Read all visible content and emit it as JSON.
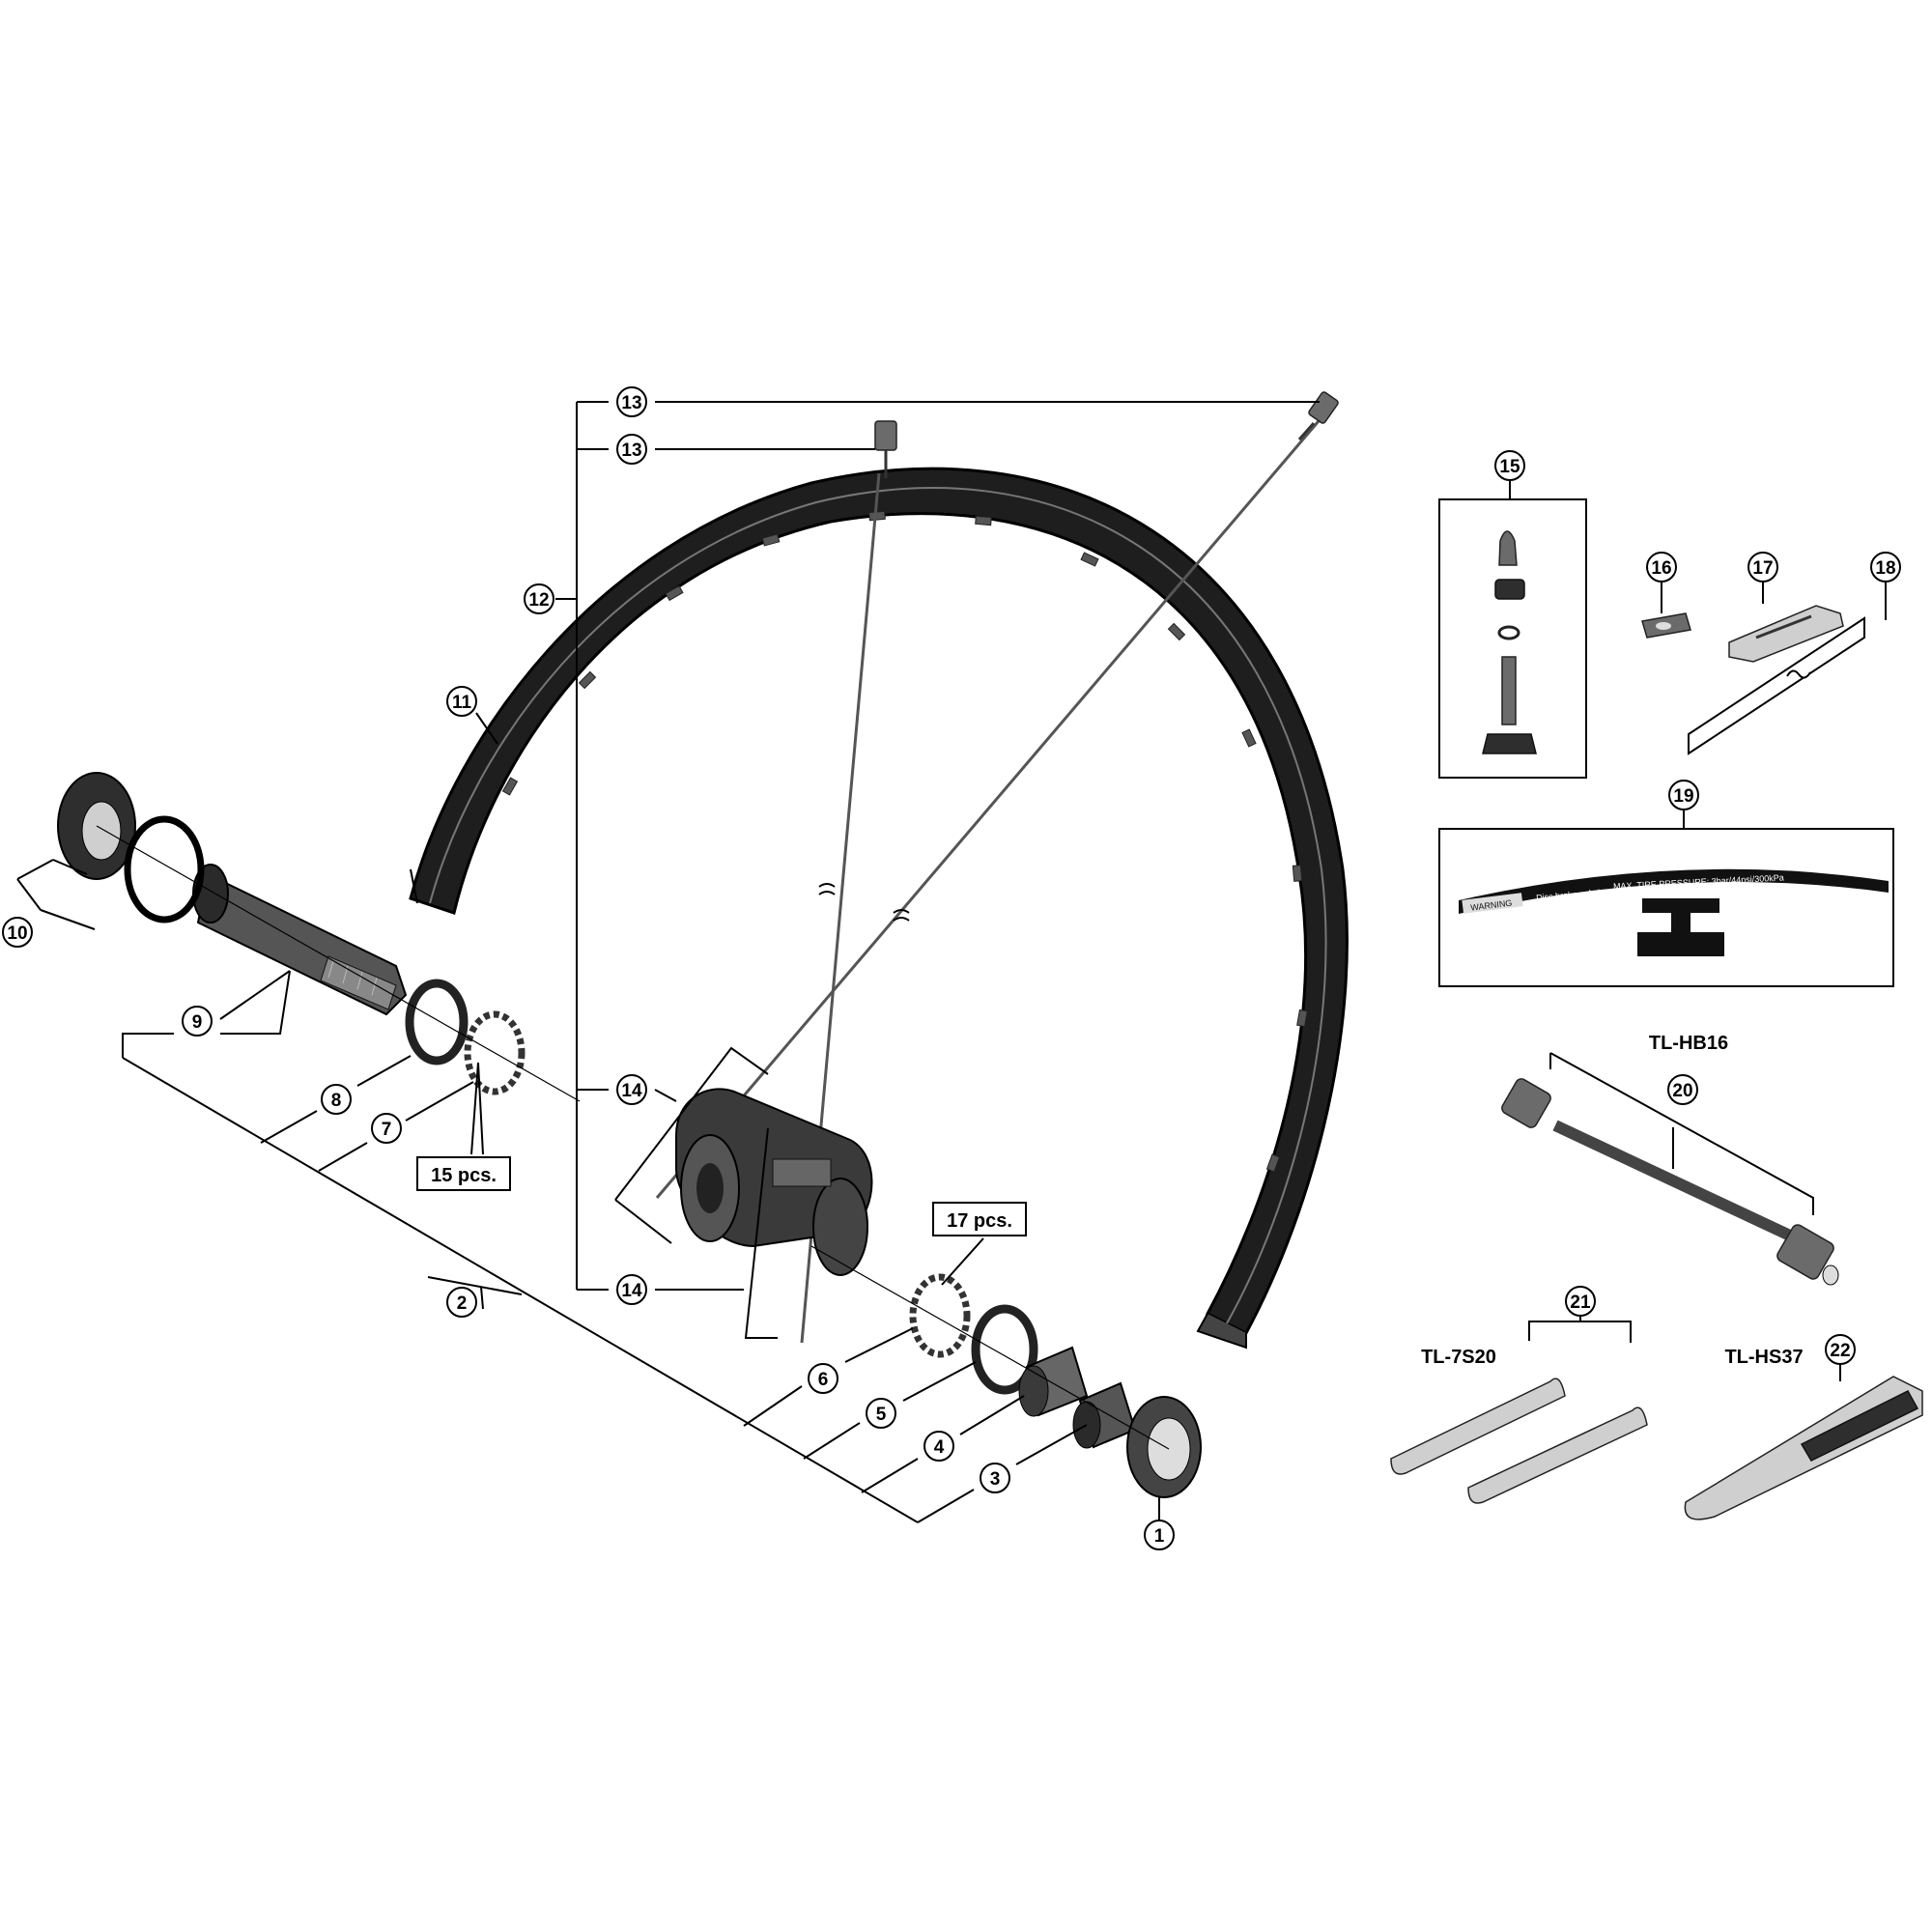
{
  "callouts": {
    "c1": "1",
    "c2": "2",
    "c3": "3",
    "c4": "4",
    "c5": "5",
    "c6": "6",
    "c7": "7",
    "c8": "8",
    "c9": "9",
    "c10": "10",
    "c11": "11",
    "c12": "12",
    "c13a": "13",
    "c13b": "13",
    "c14a": "14",
    "c14b": "14",
    "c15": "15",
    "c16": "16",
    "c17": "17",
    "c18": "18",
    "c19": "19",
    "c20": "20",
    "c21": "21",
    "c22": "22"
  },
  "quantities": {
    "q15": "15 pcs.",
    "q17": "17 pcs."
  },
  "tools": {
    "tl_hb16": "TL-HB16",
    "tl_7s20": "TL-7S20",
    "tl_hs37": "TL-HS37"
  },
  "decal_text": {
    "warning": "WARNING",
    "disc_only": "Disc brake only !",
    "max_pressure": "MAX. TIRE PRESSURE: 3bar/44psi/300kPa"
  },
  "colors": {
    "ink": "#000000",
    "part_dark": "#2e2e2e",
    "part_mid": "#6b6b6b",
    "background": "#ffffff"
  }
}
